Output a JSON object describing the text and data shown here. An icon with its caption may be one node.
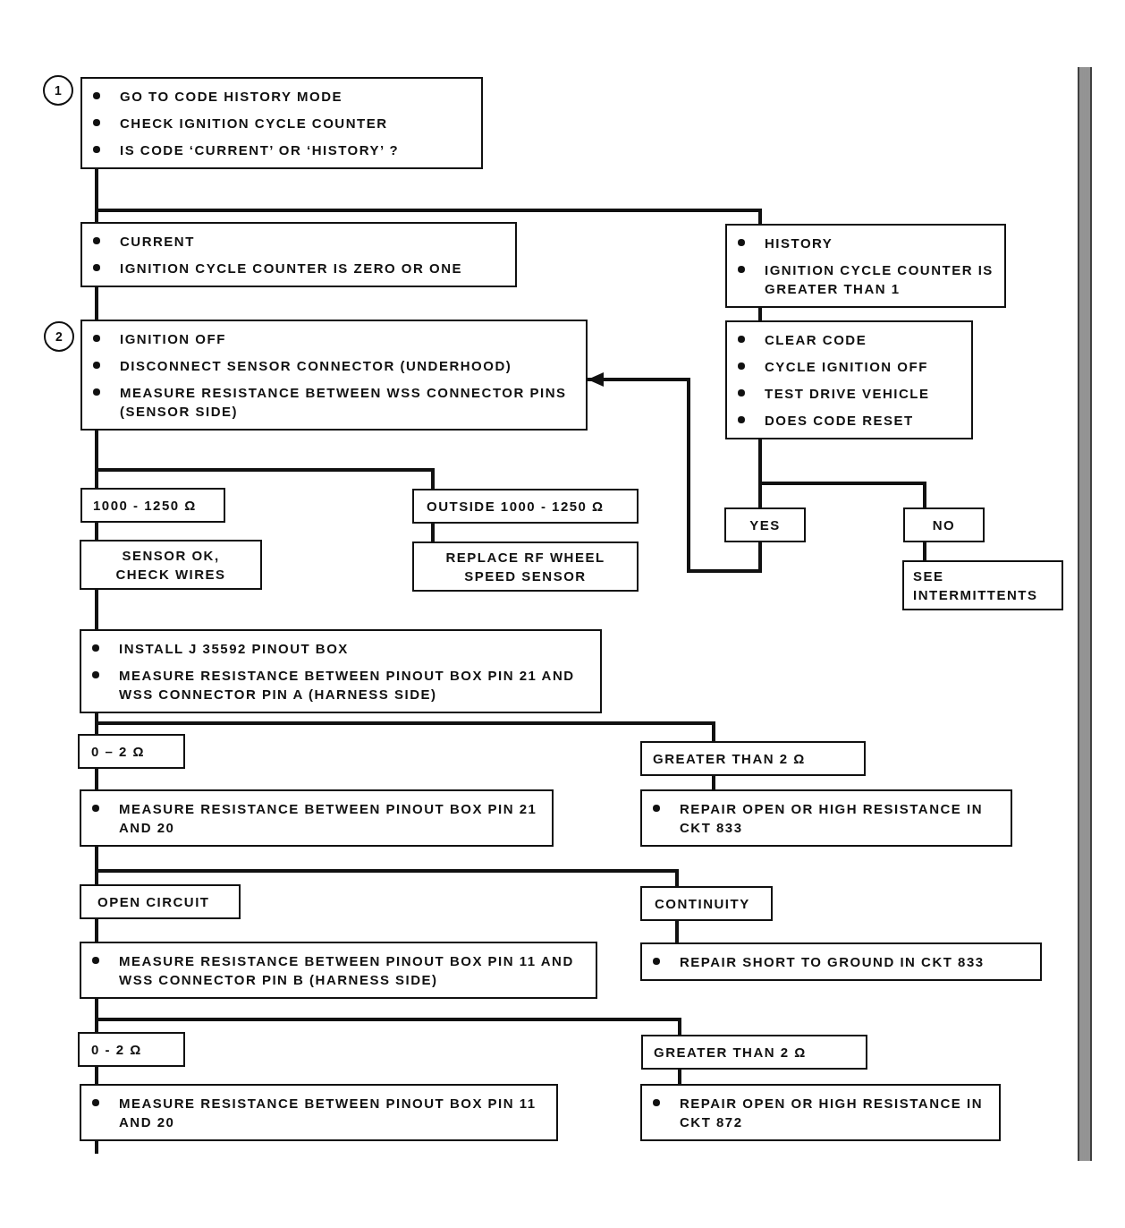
{
  "diagram": {
    "nodes": [
      {
        "text": [
          "1"
        ]
      },
      {
        "text": [
          "GO TO CODE HISTORY MODE",
          "CHECK IGNITION CYCLE COUNTER",
          "IS CODE ‘CURRENT’ OR ‘HISTORY’ ?"
        ]
      },
      {
        "text": [
          "CURRENT",
          "IGNITION CYCLE COUNTER IS ZERO OR ONE"
        ]
      },
      {
        "text": [
          "HISTORY",
          "IGNITION CYCLE COUNTER IS GREATER THAN 1"
        ]
      },
      {
        "text": [
          "2"
        ]
      },
      {
        "text": [
          "IGNITION OFF",
          "DISCONNECT SENSOR CONNECTOR (UNDERHOOD)",
          "MEASURE RESISTANCE BETWEEN WSS CONNECTOR PINS (SENSOR SIDE)"
        ]
      },
      {
        "text": [
          "CLEAR CODE",
          "CYCLE IGNITION OFF",
          "TEST DRIVE VEHICLE",
          "DOES CODE RESET"
        ]
      },
      {
        "text": [
          "1000 - 1250 Ω"
        ]
      },
      {
        "text": [
          "OUTSIDE 1000 - 1250 Ω"
        ]
      },
      {
        "text": [
          "YES"
        ]
      },
      {
        "text": [
          "NO"
        ]
      },
      {
        "text": [
          "SENSOR OK, CHECK WIRES"
        ]
      },
      {
        "text": [
          "REPLACE RF WHEEL SPEED SENSOR"
        ]
      },
      {
        "text": [
          "SEE INTERMITTENTS"
        ]
      },
      {
        "text": [
          "INSTALL J 35592 PINOUT BOX",
          "MEASURE RESISTANCE BETWEEN PINOUT BOX PIN 21 AND WSS CONNECTOR PIN A (HARNESS SIDE)"
        ]
      },
      {
        "text": [
          "0 – 2 Ω"
        ]
      },
      {
        "text": [
          "GREATER THAN 2 Ω"
        ]
      },
      {
        "text": [
          "MEASURE RESISTANCE BETWEEN PINOUT BOX PIN 21 AND 20"
        ]
      },
      {
        "text": [
          "REPAIR OPEN OR HIGH RESISTANCE IN CKT 833"
        ]
      },
      {
        "text": [
          "OPEN CIRCUIT"
        ]
      },
      {
        "text": [
          "CONTINUITY"
        ]
      },
      {
        "text": [
          "MEASURE RESISTANCE BETWEEN PINOUT BOX PIN 11 AND WSS CONNECTOR PIN B (HARNESS SIDE)"
        ]
      },
      {
        "text": [
          "REPAIR SHORT TO GROUND IN CKT 833"
        ]
      },
      {
        "text": [
          "0 - 2 Ω"
        ]
      },
      {
        "text": [
          "GREATER THAN 2 Ω"
        ]
      },
      {
        "text": [
          "MEASURE RESISTANCE BETWEEN PINOUT BOX PIN 11 AND 20"
        ]
      },
      {
        "text": [
          "REPAIR OPEN OR HIGH RESISTANCE IN CKT 872"
        ]
      }
    ],
    "edges": [
      {
        "from": 1,
        "to": 2,
        "arrow": "none"
      },
      {
        "from": 1,
        "to": 3,
        "arrow": "none"
      },
      {
        "from": 2,
        "to": 5,
        "arrow": "none"
      },
      {
        "from": 3,
        "to": 6,
        "arrow": "none"
      },
      {
        "from": 5,
        "to": 7,
        "arrow": "none"
      },
      {
        "from": 5,
        "to": 8,
        "arrow": "none"
      },
      {
        "from": 6,
        "to": 9,
        "arrow": "none"
      },
      {
        "from": 6,
        "to": 10,
        "arrow": "none"
      },
      {
        "from": 9,
        "to": 5,
        "arrow": "to"
      },
      {
        "from": 7,
        "to": 11,
        "arrow": "none"
      },
      {
        "from": 8,
        "to": 12,
        "arrow": "none"
      },
      {
        "from": 10,
        "to": 13,
        "arrow": "none"
      },
      {
        "from": 11,
        "to": 14,
        "arrow": "none"
      },
      {
        "from": 14,
        "to": 15,
        "arrow": "none"
      },
      {
        "from": 14,
        "to": 16,
        "arrow": "none"
      },
      {
        "from": 15,
        "to": 17,
        "arrow": "none"
      },
      {
        "from": 16,
        "to": 18,
        "arrow": "none"
      },
      {
        "from": 17,
        "to": 19,
        "arrow": "none"
      },
      {
        "from": 17,
        "to": 20,
        "arrow": "none"
      },
      {
        "from": 19,
        "to": 21,
        "arrow": "none"
      },
      {
        "from": 20,
        "to": 22,
        "arrow": "none"
      },
      {
        "from": 21,
        "to": 23,
        "arrow": "none"
      },
      {
        "from": 21,
        "to": 24,
        "arrow": "none"
      },
      {
        "from": 23,
        "to": 25,
        "arrow": "none"
      },
      {
        "from": 24,
        "to": 26,
        "arrow": "none"
      },
      {
        "from": 25,
        "to": null,
        "arrow": "none"
      }
    ]
  }
}
